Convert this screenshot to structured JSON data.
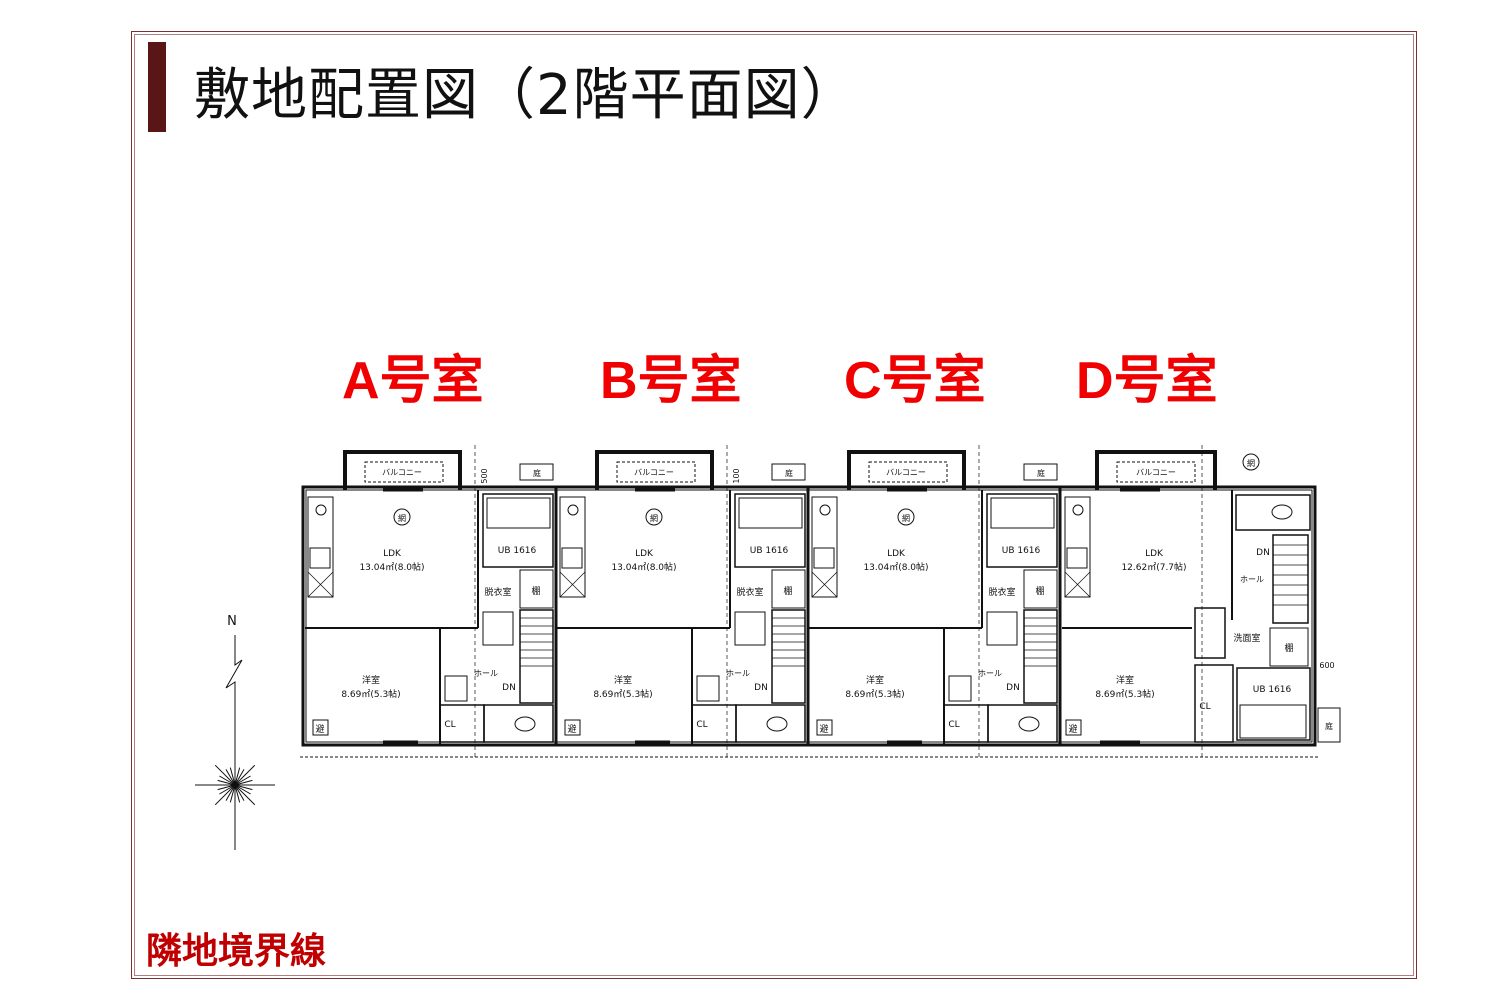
{
  "slide": {
    "title": "敷地配置図（2階平面図）",
    "boundary_label": "隣地境界線",
    "accent_color": "#5a1616",
    "label_color": "#f00000"
  },
  "units": [
    {
      "label": "A号室",
      "ldk": "LDK",
      "ldk_area": "13.04㎡(8.0帖)",
      "bed": "洋室",
      "bed_area": "8.69㎡(5.3帖)",
      "ub": "UB 1616",
      "dressing": "脱衣室",
      "shelf": "棚",
      "hall": "ホール",
      "dn": "DN",
      "cl": "CL",
      "balcony": "バルコニー",
      "garden": "庭",
      "escape": "避",
      "dim": "500"
    },
    {
      "label": "B号室",
      "ldk": "LDK",
      "ldk_area": "13.04㎡(8.0帖)",
      "bed": "洋室",
      "bed_area": "8.69㎡(5.3帖)",
      "ub": "UB 1616",
      "dressing": "脱衣室",
      "shelf": "棚",
      "hall": "ホール",
      "dn": "DN",
      "cl": "CL",
      "balcony": "バルコニー",
      "garden": "庭",
      "escape": "避",
      "dim": "100"
    },
    {
      "label": "C号室",
      "ldk": "LDK",
      "ldk_area": "13.04㎡(8.0帖)",
      "bed": "洋室",
      "bed_area": "8.69㎡(5.3帖)",
      "ub": "UB 1616",
      "dressing": "脱衣室",
      "shelf": "棚",
      "hall": "ホール",
      "dn": "DN",
      "cl": "CL",
      "balcony": "バルコニー",
      "garden": "庭",
      "escape": "避",
      "dim": ""
    },
    {
      "label": "D号室",
      "ldk": "LDK",
      "ldk_area": "12.62㎡(7.7帖)",
      "bed": "洋室",
      "bed_area": "8.69㎡(5.3帖)",
      "ub": "UB 1616",
      "washroom": "洗面室",
      "shelf": "棚",
      "hall": "ホール",
      "dn": "DN",
      "cl": "CL",
      "balcony": "バルコニー",
      "garden": "庭",
      "escape": "避",
      "dim": "600"
    }
  ],
  "net_symbol": "網",
  "compass": {
    "north": "N"
  }
}
